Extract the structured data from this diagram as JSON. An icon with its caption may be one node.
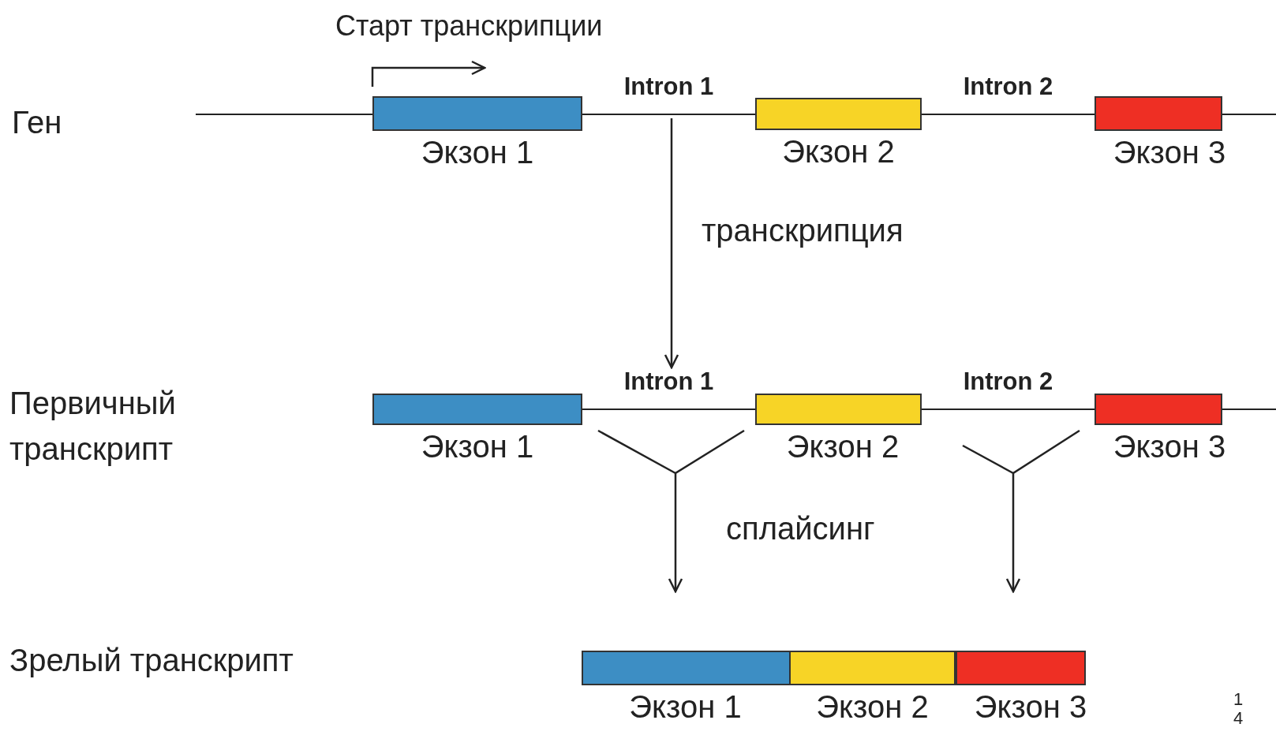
{
  "diagram": {
    "nodes": [
      {
        "text": [
          "Экзон 1"
        ]
      },
      {
        "text": [
          "Intron 1"
        ]
      },
      {
        "text": [
          "Экзон 2"
        ]
      },
      {
        "text": [
          "Intron 2"
        ]
      },
      {
        "text": [
          "Экзон 3"
        ]
      },
      {
        "text": [
          "Экзон 1"
        ]
      },
      {
        "text": [
          "Intron 1"
        ]
      },
      {
        "text": [
          "Экзон 2"
        ]
      },
      {
        "text": [
          "Intron 2"
        ]
      },
      {
        "text": [
          "Экзон 3"
        ]
      },
      {
        "text": [
          "Экзон 1"
        ]
      },
      {
        "text": [
          "Экзон 2"
        ]
      },
      {
        "text": [
          "Экзон 3"
        ]
      }
    ],
    "edges": [
      {
        "from": 1,
        "to": 6,
        "arrow": "to",
        "label": "транскрипция"
      },
      {
        "from": 6,
        "to": null,
        "arrow": "to"
      },
      {
        "from": 8,
        "to": null,
        "arrow": "to"
      }
    ],
    "labels": [
      "Старт транскрипции",
      "Ген",
      "Первичный транскрипт",
      "сплайсинг",
      "Зрелый транскрипт",
      "14"
    ]
  }
}
